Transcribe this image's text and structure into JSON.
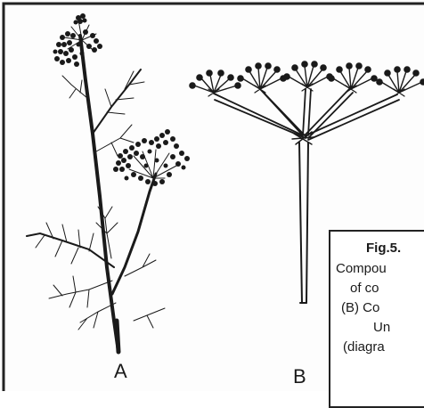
{
  "figure": {
    "panel_labels": [
      "A",
      "B"
    ],
    "caption_lines": [
      "Fig.5.",
      "Compou",
      "of co",
      "(B) Co",
      "Un",
      "(diagra"
    ],
    "colors": {
      "ink": "#1a1a1a",
      "paper": "#fdfdfd",
      "frame": "#222222"
    }
  }
}
